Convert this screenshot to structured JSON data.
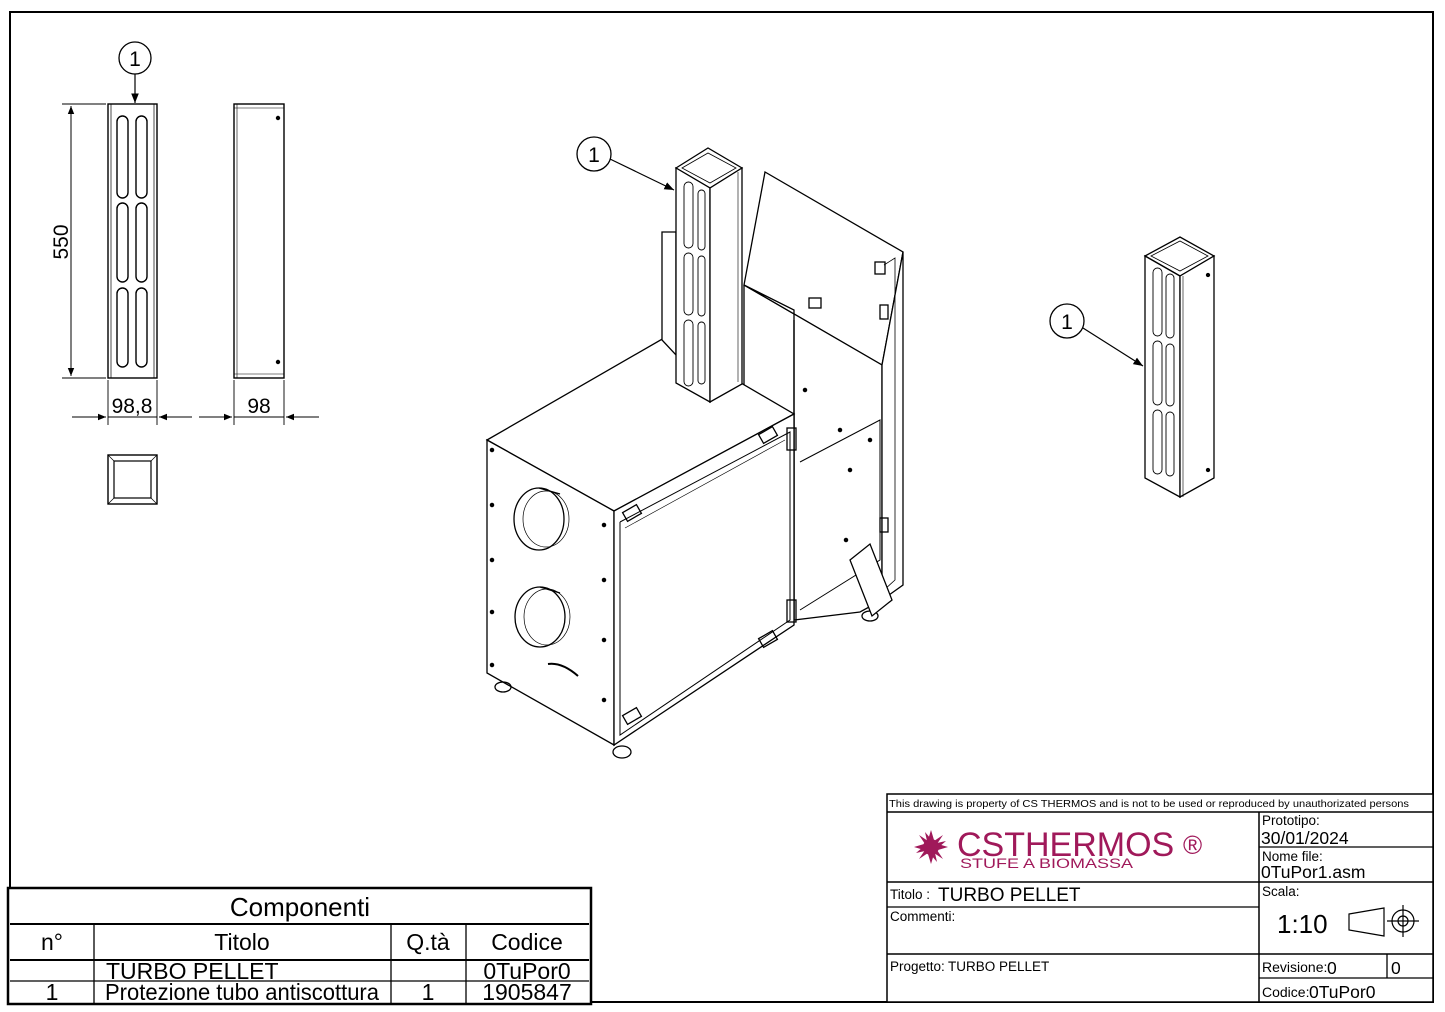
{
  "balloon_label": "1",
  "dimensions": {
    "height": "550",
    "width_front": "98,8",
    "width_side": "98"
  },
  "components_table": {
    "title": "Componenti",
    "headers": [
      "n°",
      "Titolo",
      "Q.tà",
      "Codice"
    ],
    "rows": [
      {
        "n": "",
        "titolo": "TURBO PELLET",
        "qta": "",
        "codice": "0TuPor0"
      },
      {
        "n": "1",
        "titolo": "Protezione tubo antiscottura",
        "qta": "1",
        "codice": "1905847"
      }
    ]
  },
  "title_block": {
    "notice": "This drawing is property of CS THERMOS and is not to be used or reproduced by unauthorizated persons",
    "logo_text": "CSTHERMOS",
    "logo_registered": "®",
    "logo_subtitle": "STUFE A BIOMASSA",
    "logo_color": "#a0195a",
    "prototipo_label": "Prototipo:",
    "prototipo_date": "30/01/2024",
    "nome_file_label": "Nome file:",
    "nome_file": "0TuPor1.asm",
    "titolo_label": "Titolo :",
    "titolo": "TURBO PELLET",
    "scala_label": "Scala:",
    "scala": "1:10",
    "commenti_label": "Commenti:",
    "progetto_label": "Progetto:",
    "progetto": "TURBO PELLET",
    "revisione_label": "Revisione:",
    "revisione": "0",
    "revisione_box": "0",
    "codice_label": "Codice:",
    "codice": "0TuPor0"
  }
}
